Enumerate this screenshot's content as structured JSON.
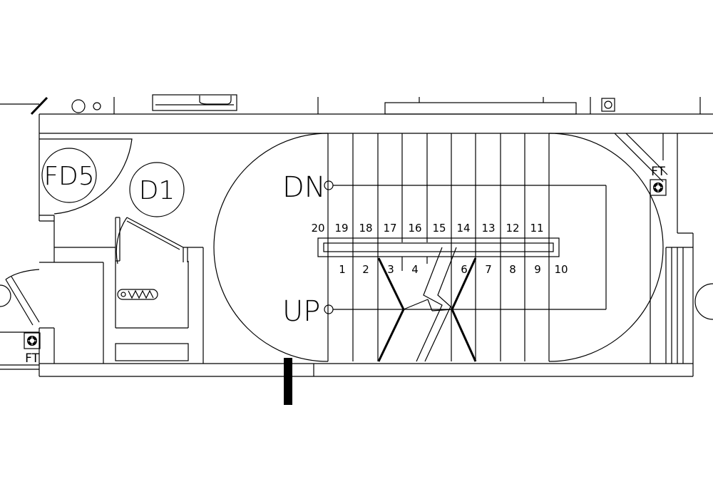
{
  "labels": {
    "dn": "DN",
    "up": "UP",
    "door_fd5": "FD5",
    "door_d1": "D1",
    "ft_right": "FT",
    "ft_left": "FT"
  },
  "steps_top": [
    "20",
    "19",
    "18",
    "17",
    "16",
    "15",
    "14",
    "13",
    "12",
    "11"
  ],
  "steps_bottom": [
    "1",
    "2",
    "3",
    "4",
    "6",
    "7",
    "8",
    "9",
    "10"
  ],
  "icons": [
    "floor-trap-icon",
    "spring-coil-icon",
    "break-line-icon"
  ]
}
